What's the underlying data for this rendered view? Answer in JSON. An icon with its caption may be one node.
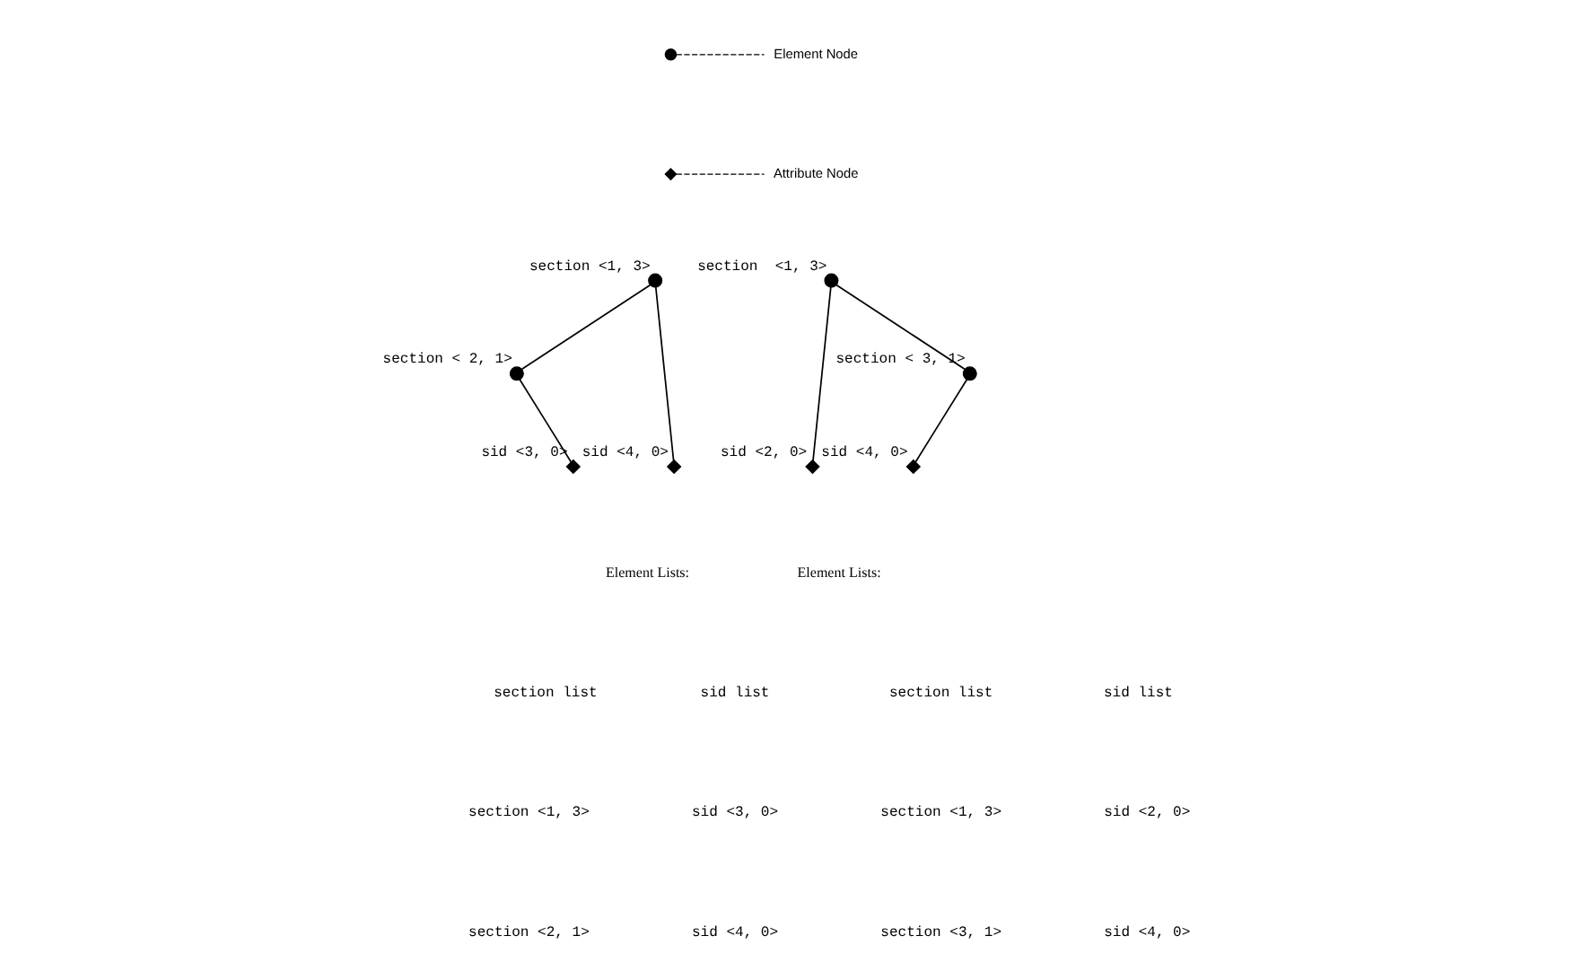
{
  "diagram": {
    "nodes": [
      {
        "text": [],
        "shape": "circle",
        "beside": [
          "section <1, 3>"
        ]
      },
      {
        "text": [],
        "shape": "circle",
        "beside": [
          "section < 2, 1>"
        ]
      },
      {
        "text": [],
        "shape": "diamond",
        "beside": [
          "sid <4, 0>"
        ]
      },
      {
        "text": [],
        "shape": "diamond",
        "beside": [
          "sid <3, 0>"
        ]
      },
      {
        "text": [],
        "shape": "circle",
        "beside": [
          "section  <1, 3>"
        ]
      },
      {
        "text": [],
        "shape": "diamond",
        "beside": [
          "sid <2, 0>"
        ]
      },
      {
        "text": [],
        "shape": "circle",
        "beside": [
          "section < 3, 1>"
        ]
      },
      {
        "text": [],
        "shape": "diamond",
        "beside": [
          "sid <4, 0>"
        ]
      }
    ],
    "edges": [
      {
        "from": 0,
        "to": 1,
        "arrow": "none"
      },
      {
        "from": 0,
        "to": 2,
        "arrow": "none"
      },
      {
        "from": 1,
        "to": 3,
        "arrow": "none"
      },
      {
        "from": 4,
        "to": 5,
        "arrow": "none"
      },
      {
        "from": 4,
        "to": 6,
        "arrow": "none"
      },
      {
        "from": 6,
        "to": 7,
        "arrow": "none"
      }
    ],
    "labels": [
      "Element Lists:",
      "section list",
      "sid list",
      "section <1, 3>",
      "sid <3, 0>",
      "section <2, 1>",
      "sid <4, 0>",
      "Element Lists:",
      "section list",
      "sid list",
      "section <1, 3>",
      "sid <2, 0>",
      "section <3, 1>",
      "sid <4, 0>"
    ],
    "legend": [
      {
        "text": "Element Node"
      },
      {
        "text": "Attribute Node"
      }
    ]
  }
}
